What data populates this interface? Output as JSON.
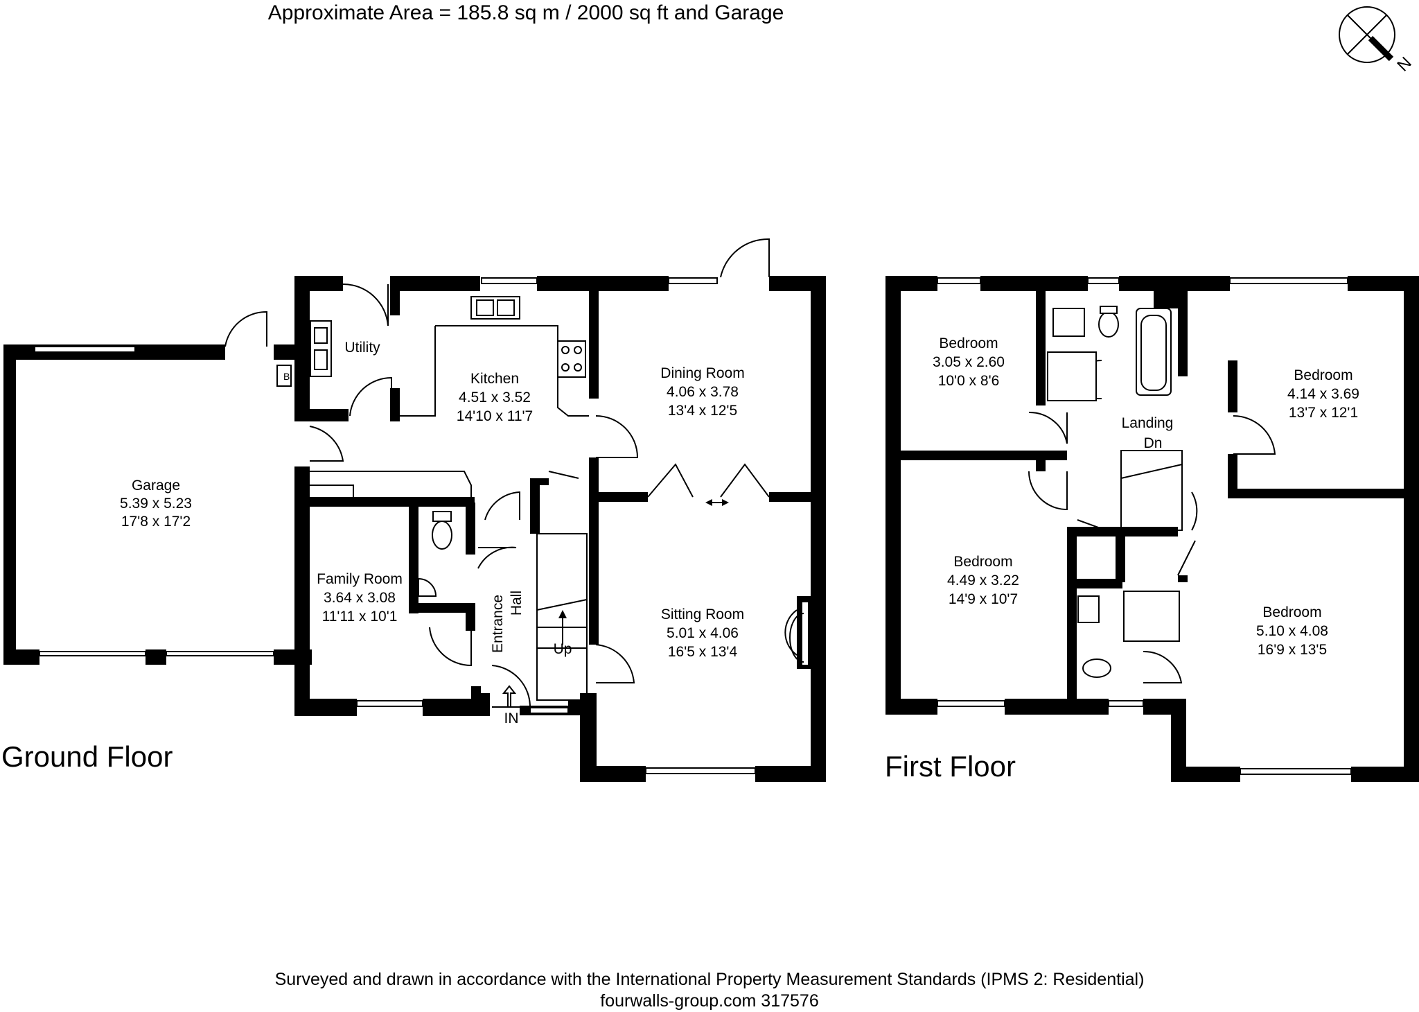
{
  "header": {
    "area_text": "Approximate  Area = 185.8 sq m / 2000 sq ft and Garage"
  },
  "compass": {
    "letter": "N"
  },
  "floors": {
    "ground": {
      "label": "Ground Floor",
      "rooms": {
        "garage": {
          "name": "Garage",
          "metric": "5.39 x 5.23",
          "imperial": "17'8 x 17'2"
        },
        "utility": {
          "name": "Utility"
        },
        "boiler": {
          "name": "B"
        },
        "kitchen": {
          "name": "Kitchen",
          "metric": "4.51 x 3.52",
          "imperial": "14'10 x 11'7"
        },
        "dining": {
          "name": "Dining Room",
          "metric": "4.06 x 3.78",
          "imperial": "13'4 x 12'5"
        },
        "family": {
          "name": "Family Room",
          "metric": "3.64 x 3.08",
          "imperial": "11'11 x 10'1"
        },
        "hall": {
          "name_line1": "Entrance",
          "name_line2": "Hall"
        },
        "sitting": {
          "name": "Sitting Room",
          "metric": "5.01 x 4.06",
          "imperial": "16'5 x 13'4"
        }
      },
      "stairs_label": "Up",
      "entry_label": "IN"
    },
    "first": {
      "label": "First Floor",
      "rooms": {
        "bed1": {
          "name": "Bedroom",
          "metric": "3.05 x 2.60",
          "imperial": "10'0 x 8'6"
        },
        "bed2": {
          "name": "Bedroom",
          "metric": "4.14 x 3.69",
          "imperial": "13'7 x 12'1"
        },
        "bed3": {
          "name": "Bedroom",
          "metric": "4.49 x 3.22",
          "imperial": "14'9 x 10'7"
        },
        "bed4": {
          "name": "Bedroom",
          "metric": "5.10 x 4.08",
          "imperial": "16'9 x 13'5"
        },
        "landing": {
          "name": "Landing"
        }
      },
      "stairs_label": "Dn"
    }
  },
  "footer": {
    "line1": "Surveyed and drawn in accordance with the International Property Measurement Standards (IPMS 2: Residential)",
    "line2": "fourwalls-group.com 317576"
  }
}
